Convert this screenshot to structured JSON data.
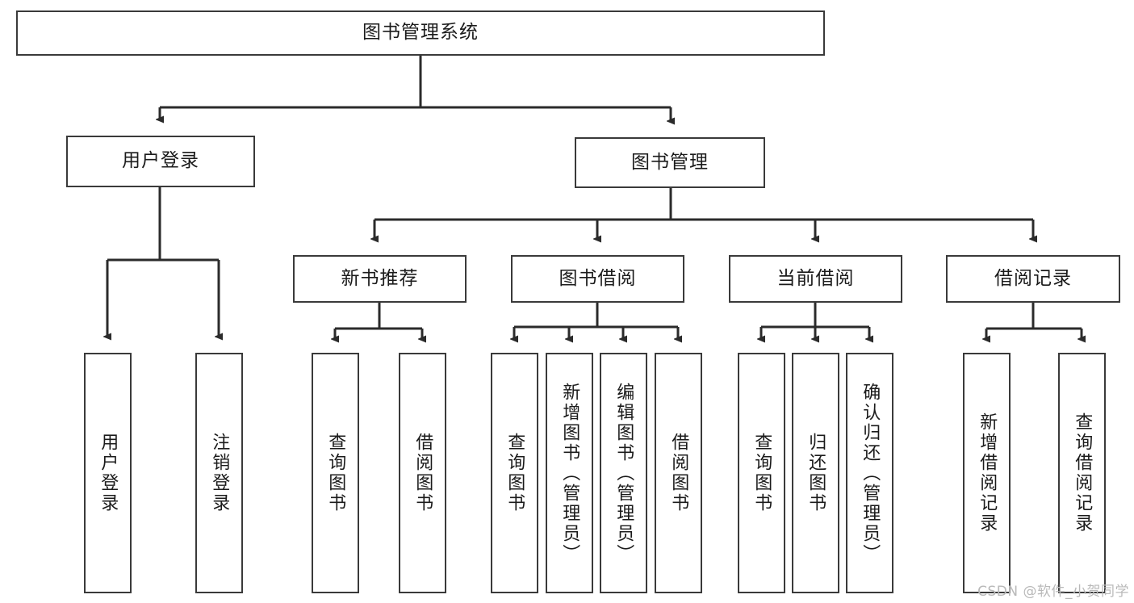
{
  "diagram": {
    "type": "tree-hierarchy",
    "title": "图书管理系统",
    "watermark": "CSDN @软件_小贺同学",
    "colors": {
      "box_border": "#3a3a3a",
      "box_fill": "#ffffff",
      "edge": "#2b2b2b",
      "text": "#1b1b1b",
      "watermark": "#b9b9b9"
    },
    "levels": {
      "root": {
        "label": "图书管理系统",
        "orientation": "horizontal"
      },
      "level2": [
        {
          "label": "用户登录",
          "orientation": "horizontal"
        },
        {
          "label": "图书管理",
          "orientation": "horizontal"
        }
      ],
      "level3": [
        {
          "label": "新书推荐",
          "orientation": "horizontal",
          "parent": "图书管理"
        },
        {
          "label": "图书借阅",
          "orientation": "horizontal",
          "parent": "图书管理"
        },
        {
          "label": "当前借阅",
          "orientation": "horizontal",
          "parent": "图书管理"
        },
        {
          "label": "借阅记录",
          "orientation": "horizontal",
          "parent": "图书管理"
        }
      ],
      "leaves": [
        {
          "label": "用户登录",
          "orientation": "vertical",
          "parent": "用户登录"
        },
        {
          "label": "注销登录",
          "orientation": "vertical",
          "parent": "用户登录"
        },
        {
          "label": "查询图书",
          "orientation": "vertical",
          "parent": "新书推荐"
        },
        {
          "label": "借阅图书",
          "orientation": "vertical",
          "parent": "新书推荐"
        },
        {
          "label": "查询图书",
          "orientation": "vertical",
          "parent": "图书借阅"
        },
        {
          "label": "新增图书（管理员）",
          "orientation": "vertical",
          "parent": "图书借阅"
        },
        {
          "label": "编辑图书（管理员）",
          "orientation": "vertical",
          "parent": "图书借阅"
        },
        {
          "label": "借阅图书",
          "orientation": "vertical",
          "parent": "图书借阅"
        },
        {
          "label": "查询图书",
          "orientation": "vertical",
          "parent": "当前借阅"
        },
        {
          "label": "归还图书",
          "orientation": "vertical",
          "parent": "当前借阅"
        },
        {
          "label": "确认归还（管理员）",
          "orientation": "vertical",
          "parent": "当前借阅"
        },
        {
          "label": "新增借阅记录",
          "orientation": "vertical",
          "parent": "借阅记录"
        },
        {
          "label": "查询借阅记录",
          "orientation": "vertical",
          "parent": "借阅记录"
        }
      ]
    }
  }
}
